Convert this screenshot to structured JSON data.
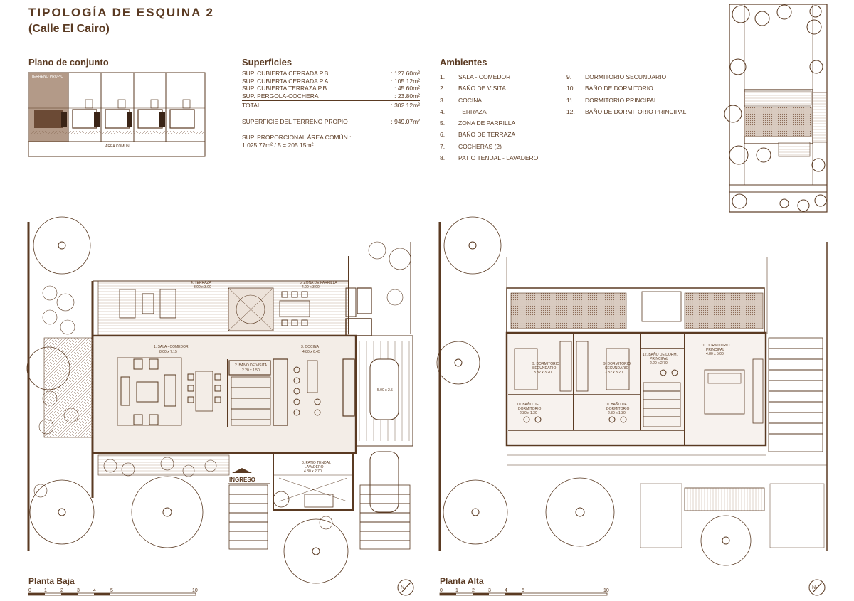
{
  "title": "TIPOLOGÍA DE ESQUINA 2",
  "subtitle": "(Calle El Cairo)",
  "plano_conjunto": {
    "heading": "Plano de conjunto",
    "terreno_label": "TERRENO PROPIO",
    "area_comun_label": "ÁREA COMÚN"
  },
  "superficies": {
    "heading": "Superficies",
    "rows": [
      {
        "label": "SUP. CUBIERTA  CERRADA P.B",
        "value": ": 127.60m²"
      },
      {
        "label": "SUP. CUBIERTA  CERRADA P.A",
        "value": ": 105.12m²"
      },
      {
        "label": "SUP. CUBIERTA TERRAZA P.B",
        "value": ":   45.60m²"
      },
      {
        "label": "SUP. PERGOLA-COCHERA",
        "value": ":   23.80m²"
      }
    ],
    "total": {
      "label": "TOTAL",
      "value": ": 302.12m²"
    },
    "terreno": {
      "label": "SUPERFICIE DEL TERRENO PROPIO",
      "value": ": 949.07m²"
    },
    "proporcional_1": "SUP. PROPORCIONAL ÁREA COMÚN :",
    "proporcional_2": "1 025.77m² / 5 = 205.15m²"
  },
  "ambientes": {
    "heading": "Ambientes",
    "col1": [
      {
        "num": "1.",
        "name": "SALA - COMEDOR"
      },
      {
        "num": "2.",
        "name": "BAÑO DE VISITA"
      },
      {
        "num": "3.",
        "name": "COCINA"
      },
      {
        "num": "4.",
        "name": "TERRAZA"
      },
      {
        "num": "5.",
        "name": "ZONA DE PARRILLA"
      },
      {
        "num": "6.",
        "name": "BAÑO DE TERRAZA"
      },
      {
        "num": "7.",
        "name": "COCHERAS (2)"
      },
      {
        "num": "8.",
        "name": "PATIO TENDAL - LAVADERO"
      }
    ],
    "col2": [
      {
        "num": "9.",
        "name": "DORMITORIO SECUNDARIO"
      },
      {
        "num": "10.",
        "name": "BAÑO DE DORMITORIO"
      },
      {
        "num": "11.",
        "name": "DORMITORIO PRINCIPAL"
      },
      {
        "num": "12.",
        "name": "BAÑO DE DORMITORIO PRINCIPAL"
      }
    ]
  },
  "planta_baja": {
    "label": "Planta Baja",
    "rooms": {
      "terraza": "4. TERRAZA",
      "terraza_dim": "8.00 x 3.00",
      "parrilla": "5. ZONA DE PARRILLA",
      "parrilla_dim": "4.00 x 3.00",
      "sala": "1. SALA - COMEDOR",
      "sala_dim": "8.00 x 7.15",
      "cocina": "3. COCINA",
      "cocina_dim": "4.80 x 6.45",
      "bano_visita": "2. BAÑO DE VISITA",
      "bano_visita_dim": "2.20 x 1.50",
      "cochera_dim": "5.00 x 2.5",
      "patio": "8. PATIO TENDAL",
      "patio_2": "LAVADERO",
      "patio_dim": "4.80 x 2.70",
      "ingreso": "INGRESO"
    }
  },
  "planta_alta": {
    "label": "Planta Alta",
    "rooms": {
      "dorm_sec_a": "9. DORMITORIO",
      "dorm_sec_b": "SECUNDARIO",
      "dorm_sec_dim": "3.82 x 3.20",
      "bano_dorm_a": "10. BAÑO DE",
      "bano_dorm_b": "DORMITORIO",
      "bano_dorm_dim": "2.30 x 1.30",
      "bano_ppal_a": "12. BAÑO DE DORM.",
      "bano_ppal_b": "PRINCIPAL",
      "bano_ppal_dim": "2.20 x 2.70",
      "dorm_ppal_a": "11. DORMITORIO",
      "dorm_ppal_b": "PRINCIPAL",
      "dorm_ppal_dim": "4.80 x 5.00"
    }
  },
  "scale": {
    "ticks": [
      "0",
      "1",
      "2",
      "3",
      "4",
      "5",
      "10"
    ]
  },
  "north_label": "N",
  "colors": {
    "ink": "#5a3a22",
    "shade": "#b39a88",
    "light": "#d8c8bc"
  }
}
